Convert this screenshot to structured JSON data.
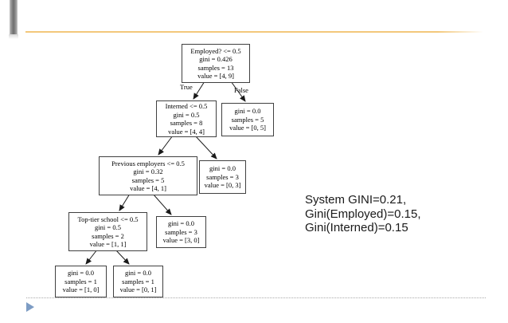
{
  "slide": {
    "colors": {
      "accent_bar_gray": "#8f8f8f",
      "divider_orange": "#f3c87b",
      "footer_dotted_gray": "#a9a9a9",
      "bullet_triangle_blue": "#7d9cc4",
      "node_border": "#404040",
      "text": "#000000"
    }
  },
  "tree": {
    "edge_labels": {
      "true_label": "True",
      "false_label": "False"
    },
    "nodes": [
      {
        "id": "root",
        "lines": [
          "Employed? <= 0.5",
          "gini = 0.426",
          "samples = 13",
          "value = [4, 9]"
        ]
      },
      {
        "id": "interned",
        "lines": [
          "Interned <= 0.5",
          "gini = 0.5",
          "samples = 8",
          "value = [4, 4]"
        ]
      },
      {
        "id": "employed-leaf",
        "lines": [
          "gini = 0.0",
          "samples = 5",
          "value = [0, 5]"
        ]
      },
      {
        "id": "previous-employers",
        "lines": [
          "Previous employers <= 0.5",
          "gini = 0.32",
          "samples = 5",
          "value = [4, 1]"
        ]
      },
      {
        "id": "interned-leaf",
        "lines": [
          "gini = 0.0",
          "samples = 3",
          "value = [0, 3]"
        ]
      },
      {
        "id": "top-tier-school",
        "lines": [
          "Top-tier school <= 0.5",
          "gini = 0.5",
          "samples = 2",
          "value = [1, 1]"
        ]
      },
      {
        "id": "prev-employers-leaf",
        "lines": [
          "gini = 0.0",
          "samples = 3",
          "value = [3, 0]"
        ]
      },
      {
        "id": "school-leaf-left",
        "lines": [
          "gini = 0.0",
          "samples = 1",
          "value = [1, 0]"
        ]
      },
      {
        "id": "school-leaf-right",
        "lines": [
          "gini = 0.0",
          "samples = 1",
          "value = [0, 1]"
        ]
      }
    ]
  },
  "annotation": {
    "lines": [
      "System GINI=0.21,",
      "Gini(Employed)=0.15,",
      "Gini(Interned)=0.15"
    ]
  }
}
